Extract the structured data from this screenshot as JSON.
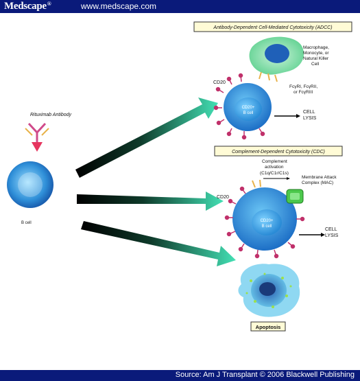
{
  "header": {
    "brand": "Medscape",
    "brand_mark": "®",
    "url": "www.medscape.com"
  },
  "footer": {
    "source": "Source: Am J Transplant © 2006 Blackwell Publishing"
  },
  "diagram": {
    "left": {
      "antibody_label": "Rituximab Antibody",
      "cell_label": "B cell"
    },
    "adcc": {
      "title": "Antibody-Dependent Cell-Mediated Cytotoxicity (ADCC)",
      "effector_line1": "Macrophage,",
      "effector_line2": "Monocyte, or",
      "effector_line3": "Natural Killer",
      "effector_line4": "Cell",
      "receptor_line1": "FcγRI, FcγRII,",
      "receptor_line2": "or FcγRIII",
      "cd20": "CD20",
      "cell_line1": "CD20+",
      "cell_line2": "B cell",
      "lysis_line1": "CELL",
      "lysis_line2": "LYSIS"
    },
    "cdc": {
      "title": "Complement-Dependent Cytotoxicity (CDC)",
      "activation_line1": "Complement",
      "activation_line2": "activation",
      "activation_line3": "(C1q/C1r/C1s)",
      "mac_line1": "Membrane Attack",
      "mac_line2": "Complex (MAC)",
      "cd20": "CD20",
      "cell_line1": "CD20+",
      "cell_line2": "B cell",
      "lysis_line1": "CELL",
      "lysis_line2": "LYSIS"
    },
    "apoptosis": {
      "label": "Apoptosis"
    }
  }
}
